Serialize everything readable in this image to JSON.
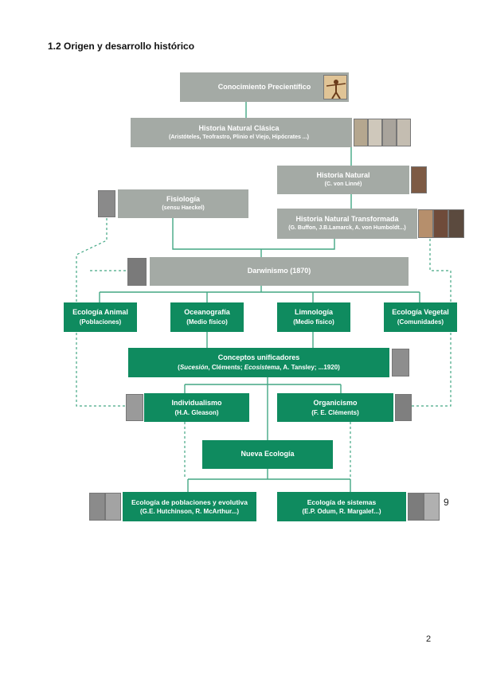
{
  "page": {
    "heading": "1.2 Origen y desarrollo histórico",
    "page_number": "2",
    "side_note": "9"
  },
  "diagram": {
    "conocimiento": {
      "title": "Conocimiento Precientífico"
    },
    "hist_clasica": {
      "title": "Historia Natural Clásica",
      "sub": "(Aristóteles, Teofrastro, Plinio el Viejo, Hipócrates ...)"
    },
    "hist_natural": {
      "title": "Historia Natural",
      "sub": "(C. von Linné)"
    },
    "fisiologia": {
      "title": "Fisiología",
      "sub": "(sensu Haeckel)"
    },
    "hist_transformada": {
      "title": "Historia Natural Transformada",
      "sub": "(G. Buffon, J.B.Lamarck, A. von Humboldt...)"
    },
    "darwinismo": {
      "title": "Darwinismo (1870)"
    },
    "eco_animal": {
      "title": "Ecología Animal",
      "sub": "(Poblaciones)"
    },
    "oceanografia": {
      "title": "Oceanografía",
      "sub": "(Medio físico)"
    },
    "limnologia": {
      "title": "Limnología",
      "sub": "(Medio físico)"
    },
    "eco_vegetal": {
      "title": "Ecología Vegetal",
      "sub": "(Comunidades)"
    },
    "conceptos": {
      "title": "Conceptos unificadores",
      "term1": "Sucesión",
      "text1": ", Cléments; ",
      "term2": "Ecosistema",
      "text2": ", A. Tansley; ...1920)",
      "open": "("
    },
    "individualismo": {
      "title": "Individualismo",
      "sub": "(H.A. Gleason)"
    },
    "organicismo": {
      "title": "Organicismo",
      "sub": "(F. E. Cléments)"
    },
    "nueva": {
      "title": "Nueva Ecología"
    },
    "eco_poblaciones": {
      "title": "Ecología de poblaciones y evolutiva",
      "sub": "(G.E. Hutchinson, R. McArthur...)"
    },
    "eco_sistemas": {
      "title": "Ecología de sistemas",
      "sub": "(E.P. Odum, R. Margalef...)"
    }
  },
  "colors": {
    "gray_box": "#a4aaa5",
    "green_box": "#0f8b5f",
    "connector": "#43a784"
  }
}
